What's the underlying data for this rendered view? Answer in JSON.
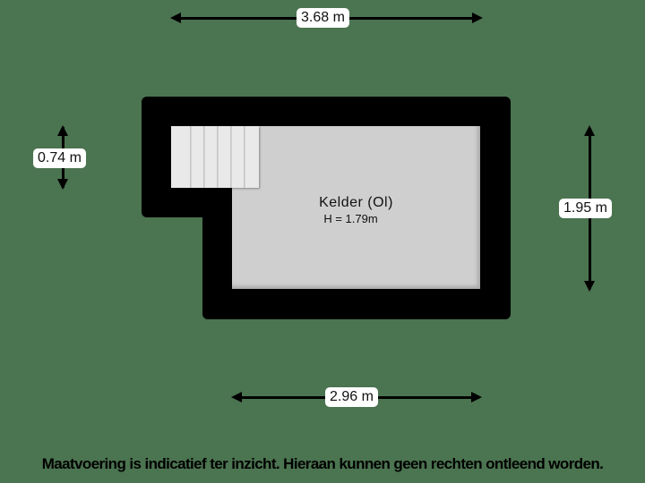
{
  "floorplan": {
    "room": {
      "name": "Kelder (Ol)",
      "height_label": "H = 1.79m"
    },
    "stairs": {
      "steps": 6
    },
    "dimensions": {
      "top_width": "3.68 m",
      "bottom_width": "2.96 m",
      "left_height": "0.74 m",
      "right_height": "1.95 m"
    },
    "colors": {
      "background": "#4b7450",
      "wall": "#000000",
      "floor": "#cfcfcf",
      "stairs": "#e9e9e9"
    }
  },
  "footer": {
    "disclaimer": "Maatvoering is indicatief ter inzicht. Hieraan kunnen geen rechten ontleend worden."
  }
}
